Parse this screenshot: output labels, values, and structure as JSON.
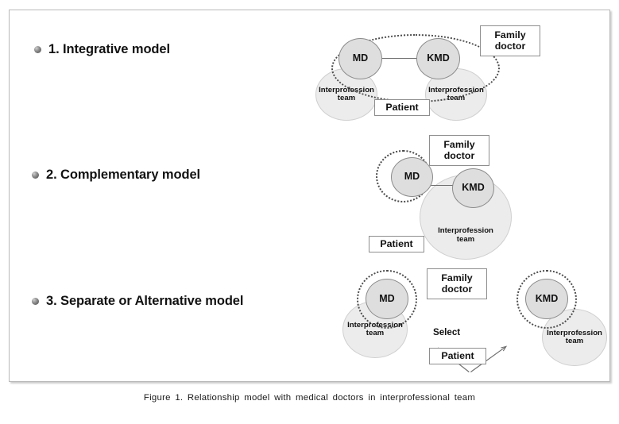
{
  "figure": {
    "caption": "Figure 1. Relationship model with medical doctors in interprofessional team",
    "frame_border_color": "#b9b9b9",
    "role_circle_fill": "#dededf",
    "team_circle_fill": "#ececec",
    "dotted_ring_color": "#4b4b4b",
    "box_border_color": "#8e8e8e"
  },
  "models": [
    {
      "number": "1.",
      "heading": "1. Integrative model",
      "nodes": {
        "md": "MD",
        "kmd": "KMD",
        "team_left_line1": "Interprofession",
        "team_left_line2": "team",
        "team_right_line1": "Interprofession",
        "team_right_line2": "team"
      },
      "boxes": {
        "family_doctor_line1": "Family",
        "family_doctor_line2": "doctor",
        "patient": "Patient"
      }
    },
    {
      "number": "2.",
      "heading": "2. Complementary model",
      "nodes": {
        "md": "MD",
        "kmd": "KMD",
        "team_line1": "Interprofession",
        "team_line2": "team"
      },
      "boxes": {
        "family_doctor_line1": "Family",
        "family_doctor_line2": "doctor",
        "patient": "Patient"
      }
    },
    {
      "number": "3.",
      "heading": "3. Separate or Alternative model",
      "nodes": {
        "md": "MD",
        "kmd": "KMD",
        "team_left_line1": "Interprofession",
        "team_left_line2": "team",
        "team_right_line1": "Interprofession",
        "team_right_line2": "team"
      },
      "boxes": {
        "family_doctor_line1": "Family",
        "family_doctor_line2": "doctor",
        "patient": "Patient"
      },
      "annotations": {
        "select": "Select"
      }
    }
  ]
}
